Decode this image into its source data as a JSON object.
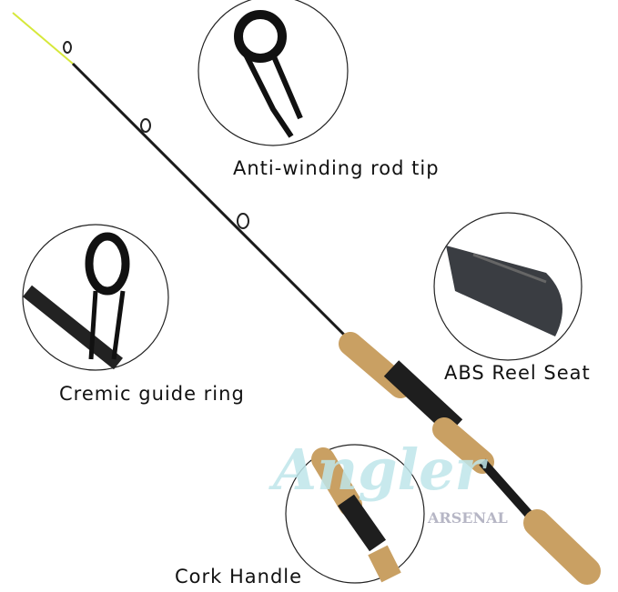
{
  "labels": {
    "rod_tip": "Anti-winding rod tip",
    "reel_seat": "ABS Reel Seat",
    "guide_ring": "Cremic guide ring",
    "cork_handle": "Cork Handle"
  },
  "watermark": {
    "brand": "Angler",
    "sub": "ARSENAL"
  },
  "colors": {
    "cork": "#c9a063",
    "rod": "#1a1a1a",
    "tip": "#d6e83a",
    "seat": "#3a3d42"
  }
}
